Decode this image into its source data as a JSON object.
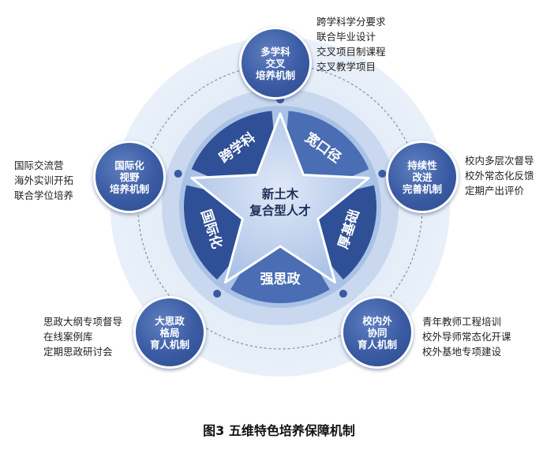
{
  "center": {
    "line1": "新土木",
    "line2": "复合型人才"
  },
  "segments": [
    "跨学科",
    "宽口径",
    "厚基础",
    "强思政",
    "国际化"
  ],
  "nodes": {
    "top": {
      "lines": [
        "多学科",
        "交叉",
        "培养机制"
      ]
    },
    "right": {
      "lines": [
        "持续性",
        "改进",
        "完善机制"
      ]
    },
    "bottom_right": {
      "lines": [
        "校内外",
        "协同",
        "育人机制"
      ]
    },
    "bottom_left": {
      "lines": [
        "大思政",
        "格局",
        "育人机制"
      ]
    },
    "left": {
      "lines": [
        "国际化",
        "视野",
        "培养机制"
      ]
    }
  },
  "descriptions": {
    "top": [
      "跨学科学分要求",
      "联合毕业设计",
      "交叉项目制课程",
      "交叉教学项目"
    ],
    "right": [
      "校内多层次督导",
      "校外常态化反馈",
      "定期产出评价"
    ],
    "bottom_right": [
      "青年教师工程培训",
      "校外导师常态化开课",
      "校外基地专项建设"
    ],
    "bottom_left": [
      "思政大纲专项督导",
      "在线案例库",
      "定期思政研讨会"
    ],
    "left": [
      "国际交流营",
      "海外实训开拓",
      "联合学位培养"
    ]
  },
  "caption": "图3  五维特色培养保障机制",
  "colors": {
    "outer_ring": "#e4ecf7",
    "mid_ring": "#cbdaf0",
    "inner_disc": "#a9c2e6",
    "segment_dark": "#2f4f96",
    "segment_light": "#4a6db3",
    "star": "#b8cceb",
    "node": "#3a5ba3"
  }
}
